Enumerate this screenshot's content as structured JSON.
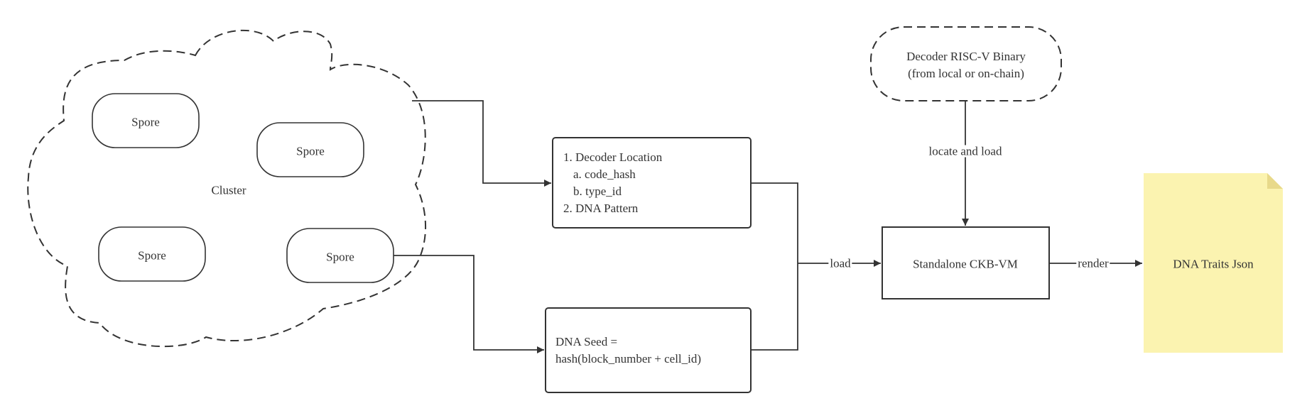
{
  "cluster": {
    "label": "Cluster",
    "spores": [
      "Spore",
      "Spore",
      "Spore",
      "Spore"
    ]
  },
  "decoder_info_box": {
    "lines": [
      "1. Decoder Location",
      "a. code_hash",
      "b. type_id",
      "2. DNA Pattern"
    ]
  },
  "dna_seed_box": {
    "lines": [
      "DNA Seed =",
      "hash(block_number + cell_id)"
    ]
  },
  "decoder_binary": {
    "lines": [
      "Decoder RISC-V Binary",
      "(from local or on-chain)"
    ]
  },
  "vm_box": {
    "label": "Standalone CKB-VM"
  },
  "output_note": {
    "label": "DNA Traits Json",
    "fill": "#fbf3b0",
    "fold": "#e8d98a"
  },
  "edges": {
    "locate_and_load": "locate and load",
    "load": "load",
    "render": "render"
  },
  "colors": {
    "stroke": "#333333",
    "text": "#333333",
    "background": "#ffffff"
  }
}
